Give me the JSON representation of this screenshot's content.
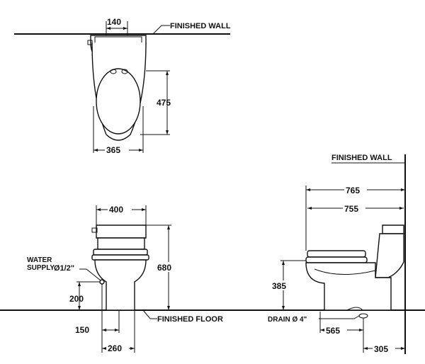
{
  "labels": {
    "finished_wall_top": "FINISHED WALL",
    "finished_wall_side": "FINISHED WALL",
    "finished_floor": "FINISHED FLOOR",
    "water_supply_line1": "WATER",
    "water_supply_line2": "SUPPLY",
    "water_supply_size": "Ø1/2\"",
    "drain": "DRAIN Ø 4\""
  },
  "dimensions": {
    "top_tank_depth": "140",
    "top_seat_length": "475",
    "top_width": "365",
    "front_width": "400",
    "front_height": "680",
    "supply_height": "200",
    "supply_offset": "150",
    "drain_center": "260",
    "side_overall_length": "765",
    "side_bowl_length": "755",
    "side_seat_height": "385",
    "rough_in_565": "565",
    "rough_in_305": "305"
  },
  "colors": {
    "line": "#111111",
    "background": "#ffffff"
  }
}
